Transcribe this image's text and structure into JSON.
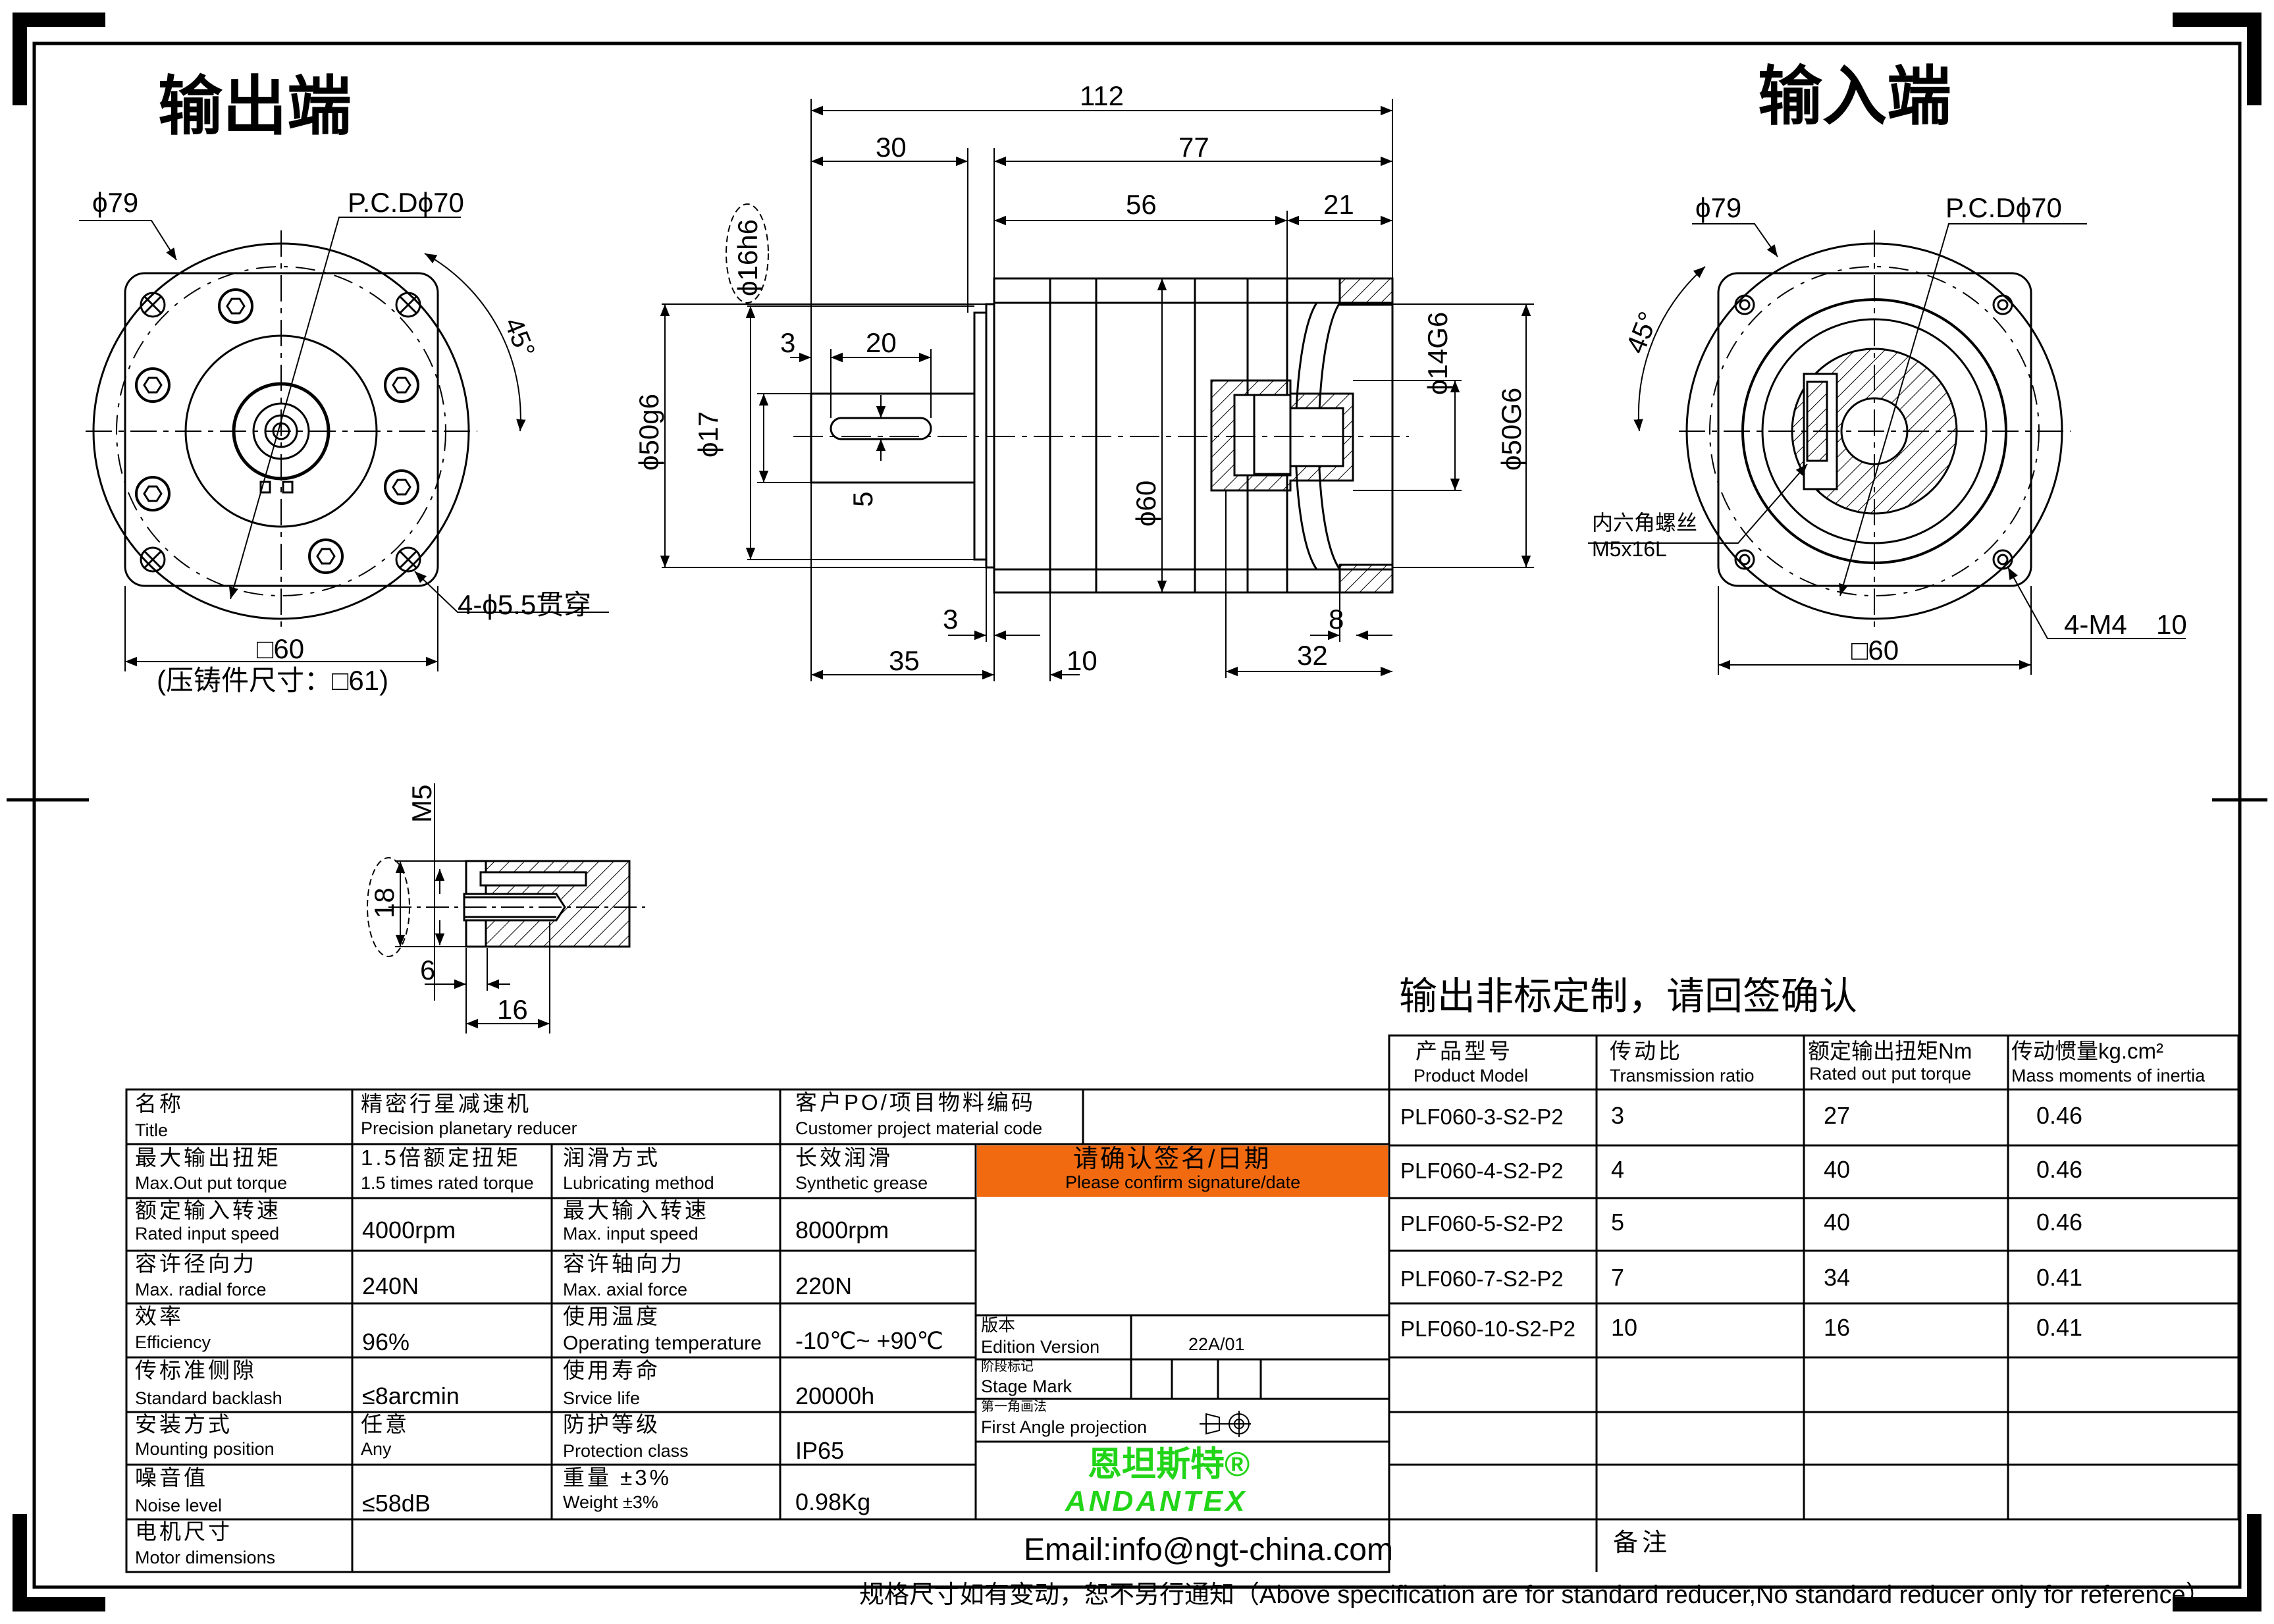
{
  "headings": {
    "output_end": "输出端",
    "input_end": "输入端",
    "custom_note": "输出非标定制，请回签确认"
  },
  "output_view": {
    "outer_dia": "ϕ79",
    "pcd": "P.C.Dϕ70",
    "angle": "45°",
    "holes": "4-ϕ5.5贯穿",
    "square": "□60",
    "casting": "(压铸件尺寸：□61)"
  },
  "input_view": {
    "outer_dia": "ϕ79",
    "pcd": "P.C.Dϕ70",
    "angle": "45°",
    "screw_cn": "内六角螺丝",
    "screw_size": "M5x16L",
    "holes": "4-M4",
    "depth": "10",
    "square": "□60"
  },
  "side_view": {
    "total": "112",
    "shaft_len": "30",
    "body_len": "77",
    "body_a": "56",
    "body_b": "21",
    "shaft_dia": "ϕ16h6",
    "pilot": "ϕ50g6",
    "key_width": "ϕ17",
    "key_offset": "3",
    "key_len": "20",
    "key_w": "5",
    "bore": "ϕ14G6",
    "bore_pilot": "ϕ50G6",
    "body_dia": "ϕ60",
    "flange_t": "3",
    "dim_35": "35",
    "dim_10": "10",
    "dim_8": "8",
    "dim_32": "32"
  },
  "detail_view": {
    "thread": "M5",
    "height": "18",
    "depth1": "6",
    "depth2": "16"
  },
  "model_table": {
    "headers": [
      {
        "cn": "产品型号",
        "en": "Product Model"
      },
      {
        "cn": "传动比",
        "en": "Transmission ratio"
      },
      {
        "cn": "额定输出扭矩Nm",
        "en": "Rated out put torque"
      },
      {
        "cn": "传动惯量kg.cm²",
        "en": "Mass moments of inertia"
      }
    ],
    "rows": [
      {
        "model": "PLF060-3-S2-P2",
        "ratio": "3",
        "torque": "27",
        "inertia": "0.46"
      },
      {
        "model": "PLF060-4-S2-P2",
        "ratio": "4",
        "torque": "40",
        "inertia": "0.46"
      },
      {
        "model": "PLF060-5-S2-P2",
        "ratio": "5",
        "torque": "40",
        "inertia": "0.46"
      },
      {
        "model": "PLF060-7-S2-P2",
        "ratio": "7",
        "torque": "34",
        "inertia": "0.41"
      },
      {
        "model": "PLF060-10-S2-P2",
        "ratio": "10",
        "torque": "16",
        "inertia": "0.41"
      }
    ]
  },
  "spec": {
    "name_cn": "名称",
    "name_en": "Title",
    "name_val_cn": "精密行星减速机",
    "name_val_en": "Precision planetary reducer",
    "po_cn": "客户PO/项目物料编码",
    "po_en": "Customer project material code",
    "torque_cn": "最大输出扭矩",
    "torque_en": "Max.Out put torque",
    "torque_val_cn": "1.5倍额定扭矩",
    "torque_val_en": "1.5 times rated torque",
    "lube_cn": "润滑方式",
    "lube_en": "Lubricating method",
    "lube_val_cn": "长效润滑",
    "lube_val_en": "Synthetic grease",
    "confirm_cn": "请确认签名/日期",
    "confirm_en": "Please confirm signature/date",
    "rated_speed_cn": "额定输入转速",
    "rated_speed_en": "Rated input speed",
    "rated_speed_val": "4000rpm",
    "max_speed_cn": "最大输入转速",
    "max_speed_en": "Max. input speed",
    "max_speed_val": "8000rpm",
    "radial_cn": "容许径向力",
    "radial_en": "Max. radial force",
    "radial_val": "240N",
    "axial_cn": "容许轴向力",
    "axial_en": "Max. axial force",
    "axial_val": "220N",
    "eff_cn": "效率",
    "eff_en": "Efficiency",
    "eff_val": "96%",
    "temp_cn": "使用温度",
    "temp_en": "Operating temperature",
    "temp_val": "-10℃~ +90℃",
    "backlash_cn": "传标准侧隙",
    "backlash_en": "Standard backlash",
    "backlash_val": "≤8arcmin",
    "life_cn": "使用寿命",
    "life_en": "Srvice life",
    "life_val": "20000h",
    "mount_cn": "安装方式",
    "mount_en": "Mounting position",
    "mount_val_cn": "任意",
    "mount_val_en": "Any",
    "protect_cn": "防护等级",
    "protect_en": "Protection class",
    "protect_val": "IP65",
    "noise_cn": "噪音值",
    "noise_en": "Noise level",
    "noise_val": "≤58dB",
    "weight_cn": "重量 ±3%",
    "weight_en": "Weight ±3%",
    "weight_val": "0.98Kg",
    "motor_cn": "电机尺寸",
    "motor_en": "Motor dimensions",
    "edition_cn": "版本",
    "edition_en": "Edition Version",
    "edition_val": "22A/01",
    "stage_cn": "阶段标记",
    "stage_en": "Stage Mark",
    "proj_cn": "第一角画法",
    "proj_en": "First Angle projection",
    "remark": "备注"
  },
  "brand": {
    "name_cn": "恩坦斯特®",
    "name_en": "ANDANTEX",
    "email": "Email:info@ngt-china.com"
  },
  "footer": "规格尺寸如有变动，恕不另行通知（Above specification are for standard reducer,No standard reducer only for reference）",
  "colors": {
    "confirm_bg": "#F26A10",
    "brand_green": "#22D418",
    "line": "#000000"
  }
}
